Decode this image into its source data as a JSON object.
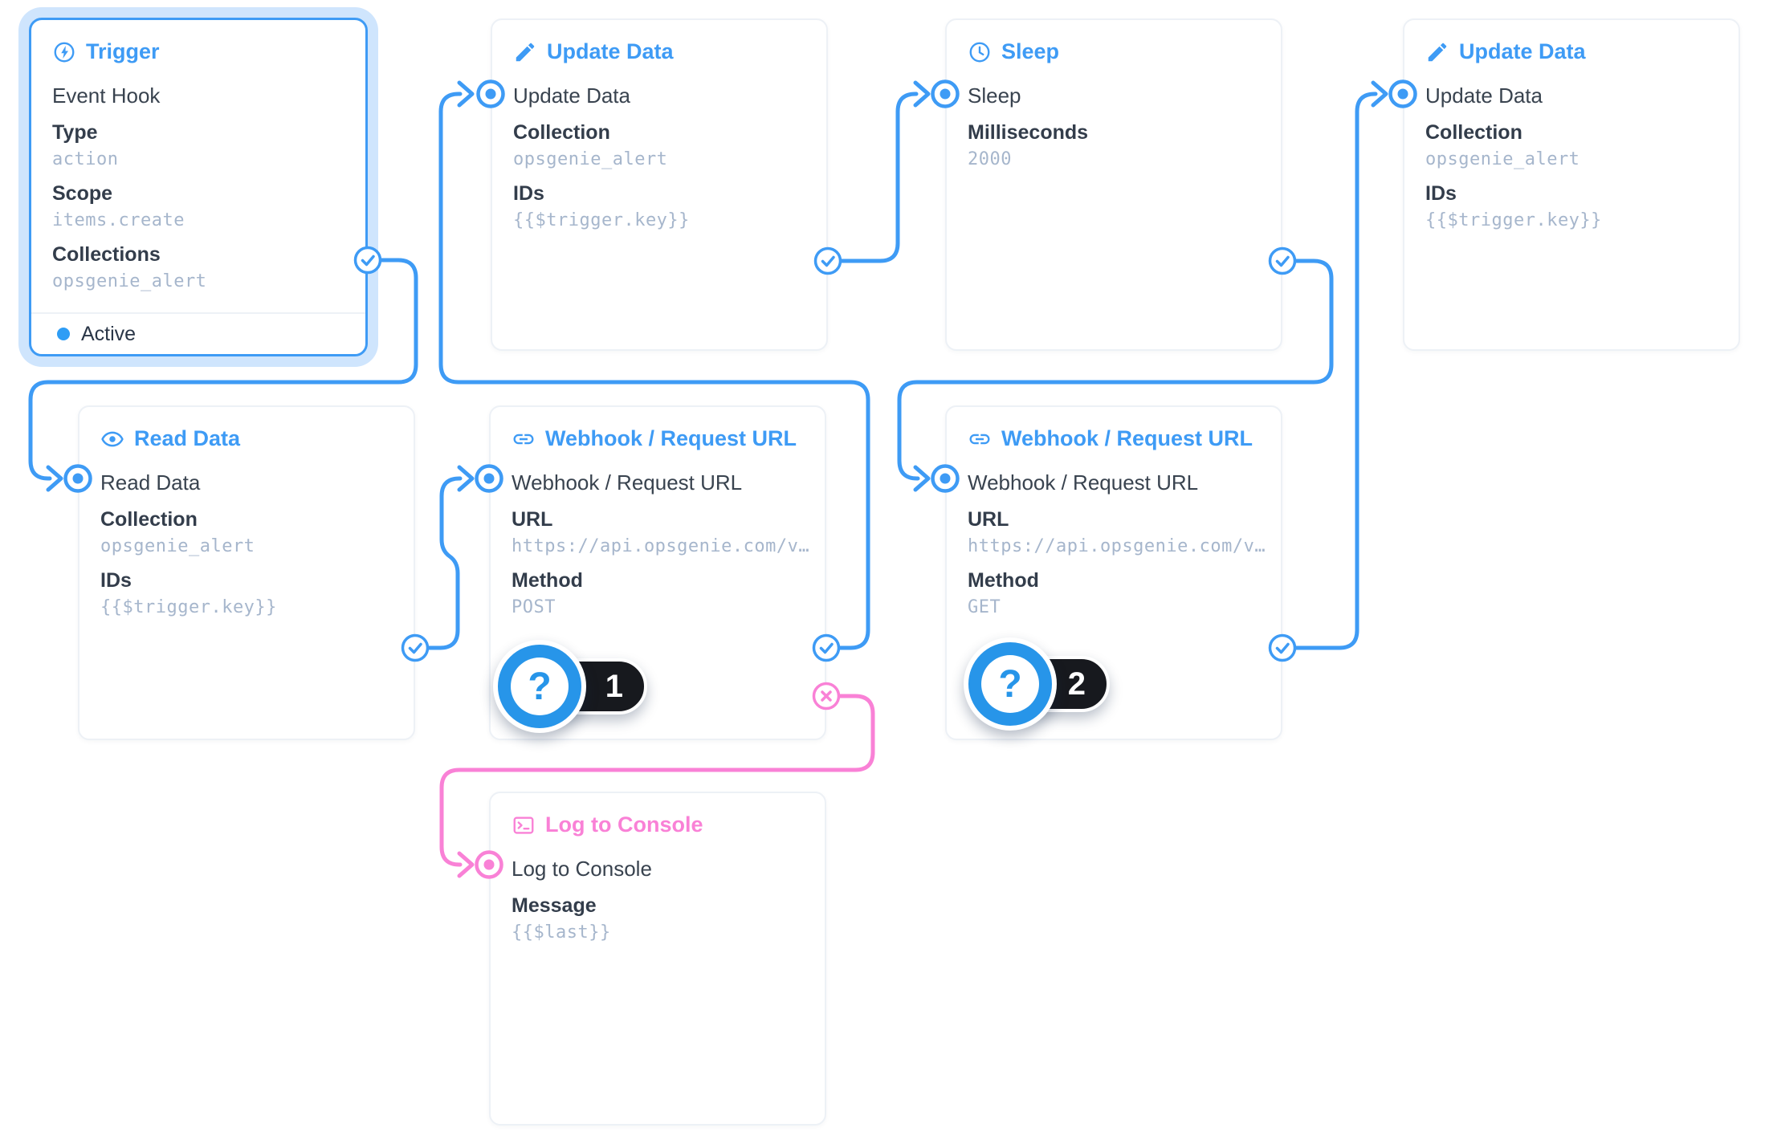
{
  "colors": {
    "accent_blue": "#3E9BF5",
    "accent_pink": "#F981D6",
    "selection_halo": "#CFE5FD",
    "badge_blue": "#2795E9",
    "badge_pill_dark": "#17191E",
    "text_dark": "#39434F",
    "mono_gray": "#A6B6CC",
    "card_border": "#EDF1F6"
  },
  "nodes": [
    {
      "id": "trigger",
      "title": "Trigger",
      "icon": "bolt-circle-icon",
      "name_line": "Event Hook",
      "fields": [
        {
          "label": "Type",
          "value": "action"
        },
        {
          "label": "Scope",
          "value": "items.create"
        },
        {
          "label": "Collections",
          "value": "opsgenie_alert"
        }
      ],
      "status": "Active",
      "selected": true
    },
    {
      "id": "update-data-1",
      "title": "Update Data",
      "icon": "pencil-icon",
      "name_line": "Update Data",
      "fields": [
        {
          "label": "Collection",
          "value": "opsgenie_alert"
        },
        {
          "label": "IDs",
          "value": "{{$trigger.key}}"
        }
      ]
    },
    {
      "id": "sleep",
      "title": "Sleep",
      "icon": "clock-icon",
      "name_line": "Sleep",
      "fields": [
        {
          "label": "Milliseconds",
          "value": "2000"
        }
      ]
    },
    {
      "id": "update-data-2",
      "title": "Update Data",
      "icon": "pencil-icon",
      "name_line": "Update Data",
      "fields": [
        {
          "label": "Collection",
          "value": "opsgenie_alert"
        },
        {
          "label": "IDs",
          "value": "{{$trigger.key}}"
        }
      ]
    },
    {
      "id": "read-data",
      "title": "Read Data",
      "icon": "eye-icon",
      "name_line": "Read Data",
      "fields": [
        {
          "label": "Collection",
          "value": "opsgenie_alert"
        },
        {
          "label": "IDs",
          "value": "{{$trigger.key}}"
        }
      ]
    },
    {
      "id": "webhook-1",
      "title": "Webhook / Request URL",
      "icon": "link-icon",
      "name_line": "Webhook / Request URL",
      "fields": [
        {
          "label": "URL",
          "value": "https://api.opsgenie.com/v…"
        },
        {
          "label": "Method",
          "value": "POST"
        }
      ],
      "badge": {
        "glyph": "?",
        "count": "1"
      }
    },
    {
      "id": "webhook-2",
      "title": "Webhook / Request URL",
      "icon": "link-icon",
      "name_line": "Webhook / Request URL",
      "fields": [
        {
          "label": "URL",
          "value": "https://api.opsgenie.com/v…"
        },
        {
          "label": "Method",
          "value": "GET"
        }
      ],
      "badge": {
        "glyph": "?",
        "count": "2"
      }
    },
    {
      "id": "log-to-console",
      "title": "Log to Console",
      "icon": "terminal-icon",
      "name_line": "Log to Console",
      "fields": [
        {
          "label": "Message",
          "value": "{{$last}}"
        }
      ]
    }
  ],
  "connections": [
    {
      "from": "trigger",
      "to": "read-data",
      "type": "resolve"
    },
    {
      "from": "read-data",
      "to": "webhook-1",
      "type": "resolve"
    },
    {
      "from": "webhook-1",
      "to": "update-data-1",
      "type": "resolve"
    },
    {
      "from": "update-data-1",
      "to": "sleep",
      "type": "resolve"
    },
    {
      "from": "sleep",
      "to": "webhook-2",
      "type": "resolve"
    },
    {
      "from": "webhook-2",
      "to": "update-data-2",
      "type": "resolve"
    },
    {
      "from": "webhook-1",
      "to": "log-to-console",
      "type": "reject"
    }
  ]
}
